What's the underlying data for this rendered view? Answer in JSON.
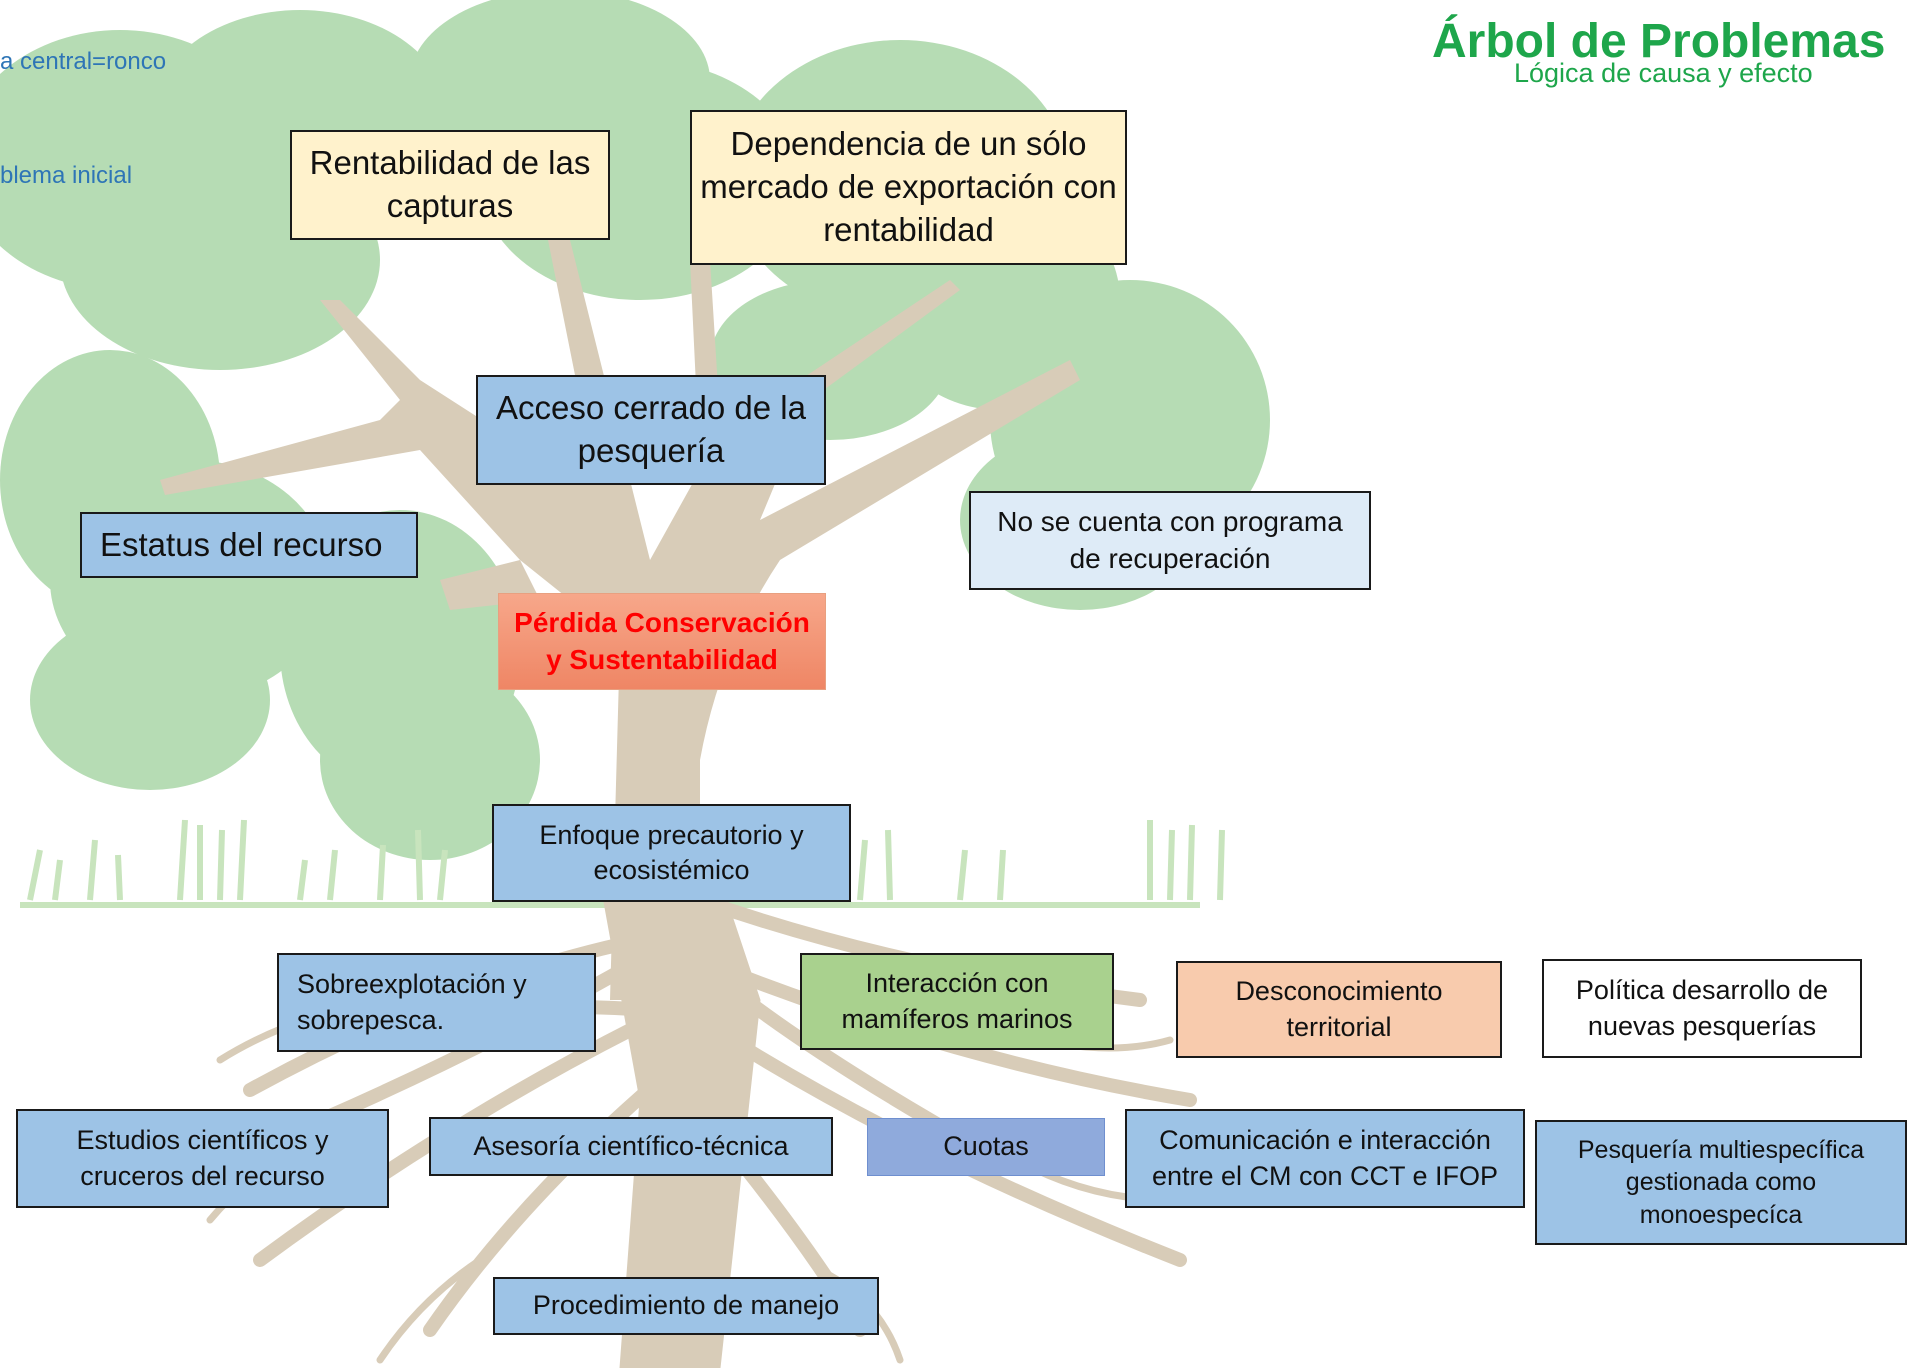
{
  "header": {
    "title": "Árbol de Problemas",
    "subtitle": "Lógica de causa y efecto"
  },
  "notes": {
    "central": "a central=ronco",
    "initial": "blema inicial"
  },
  "central_problem": "Pérdida Conservación y Sustentabilidad",
  "effects": {
    "rentabilidad": "Rentabilidad de las capturas",
    "dependencia": "Dependencia de un sólo mercado de exportación con rentabilidad",
    "acceso": "Acceso cerrado de la pesquería",
    "estatus": "Estatus del recurso",
    "programa": "No se cuenta con programa de recuperación"
  },
  "causes": {
    "enfoque": "Enfoque precautorio y ecosistémico",
    "sobreexplotacion": "Sobreexplotación y sobrepesca.",
    "interaccion": "Interacción con mamíferos marinos",
    "desconocimiento": "Desconocimiento territorial",
    "politica": "Política desarrollo de nuevas pesquerías",
    "estudios": "Estudios científicos y cruceros del recurso",
    "asesoria": "Asesoría científico-técnica",
    "cuotas": "Cuotas",
    "comunicacion": "Comunicación e interacción entre el CM con CCT e IFOP",
    "multiespecifica": "Pesquería multiespecífica gestionada como monoespecíca",
    "procedimiento": "Procedimiento de manejo"
  },
  "colors": {
    "title": "#1ea64b",
    "note": "#2e75b6",
    "central_text": "#ff0000",
    "foliage": "#b5dbb4",
    "trunk": "#d6cab6",
    "grass": "#c9e6bf"
  },
  "illustration": "tree-illustration"
}
